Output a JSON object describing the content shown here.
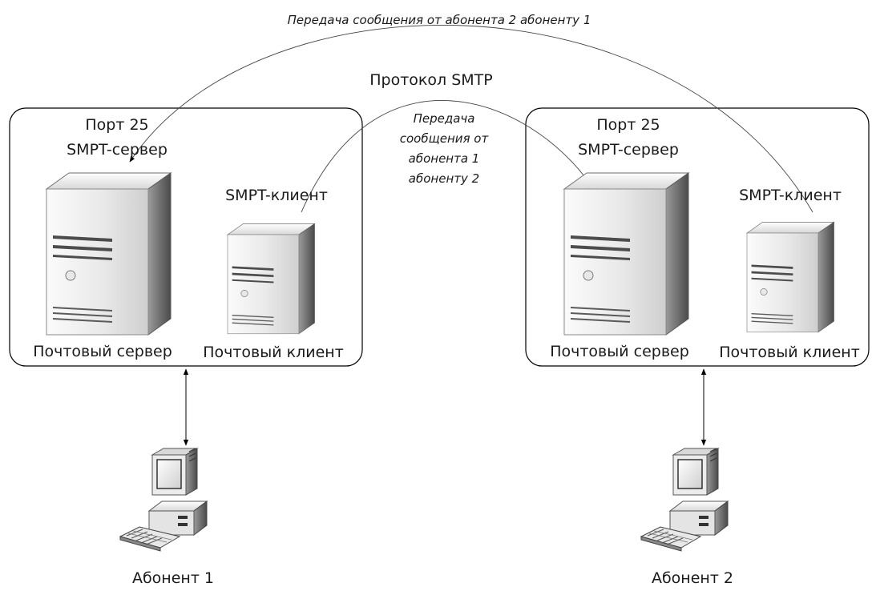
{
  "top_caption": "Передача сообщения от абонента 2 абоненту 1",
  "protocol_label": "Протокол SMTP",
  "middle_caption": [
    "Передача",
    "сообщения от",
    "абонента 1",
    "абоненту 2"
  ],
  "left_node": {
    "port": "Порт 25",
    "server_role": "SMPT-сервер",
    "client_role": "SMPT-клиент",
    "server_name": "Почтовый сервер",
    "client_name": "Почтовый клиент",
    "subscriber": "Абонент 1"
  },
  "right_node": {
    "port": "Порт 25",
    "server_role": "SMPT-сервер",
    "client_role": "SMPT-клиент",
    "server_name": "Почтовый сервер",
    "client_name": "Почтовый клиент",
    "subscriber": "Абонент 2"
  },
  "icons": [
    "server-tower-icon",
    "workstation-icon",
    "keyboard-icon",
    "arrow-icon"
  ]
}
